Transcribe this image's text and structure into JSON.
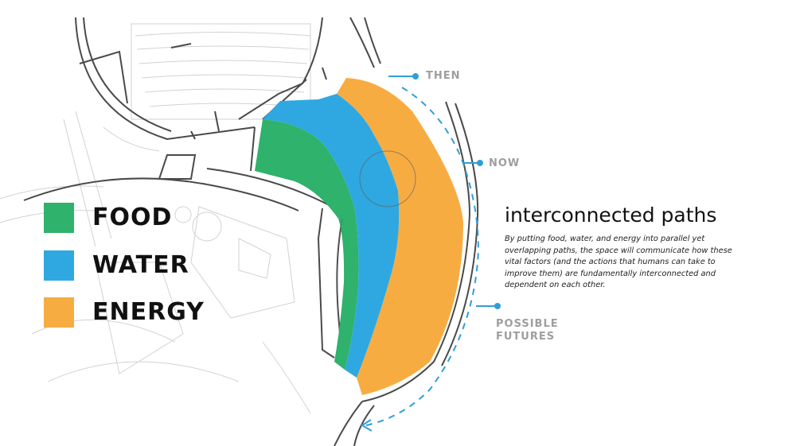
{
  "colors": {
    "food": "#2eb26c",
    "water": "#2fa8e1",
    "energy": "#f7ac42",
    "timeline": "#2f9fd8",
    "plan_lines": "#4a4a4a",
    "label_gray": "#9e9e9e"
  },
  "legend": [
    {
      "label": "FOOD",
      "color": "#2eb26c"
    },
    {
      "label": "WATER",
      "color": "#2fa8e1"
    },
    {
      "label": "ENERGY",
      "color": "#f7ac42"
    }
  ],
  "timeline": {
    "then": "THEN",
    "now": "NOW",
    "possible_line1": "POSSIBLE",
    "possible_line2": "FUTURES"
  },
  "description": {
    "heading": "interconnected paths",
    "body": "By putting food, water, and energy into parallel yet overlapping paths, the space will communicate how these vital factors (and the actions that humans can take to improve them) are fundamentally interconnected and dependent on each other."
  }
}
